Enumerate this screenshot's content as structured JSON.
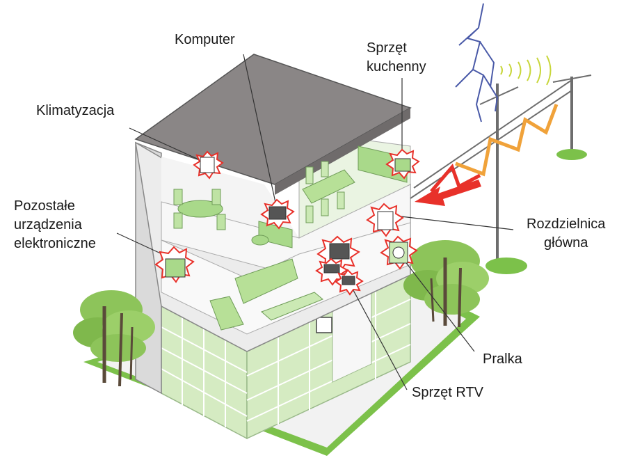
{
  "labels": {
    "komputer": "Komputer",
    "sprzet_kuchenny": "Sprzęt\nkuchenny",
    "klimatyzacja": "Klimatyzacja",
    "pozostale": "Pozostałe\nurządzenia\nelektroniczne",
    "rozdzielnica": "Rozdzielnica\ngłówna",
    "pralka": "Pralka",
    "sprzet_rtv": "Sprzęt RTV"
  },
  "colors": {
    "surge": "#e8312a",
    "surge_fill": "#ffffff",
    "lightning": "#4a5aa8",
    "wave": "#c8d63a",
    "grass": "#7cc14a",
    "wall": "#e6e6e6",
    "roof": "#8a8686",
    "interior": "#d5ebc2",
    "tree": "#8dc45a",
    "zigzag": "#f0a23a"
  }
}
